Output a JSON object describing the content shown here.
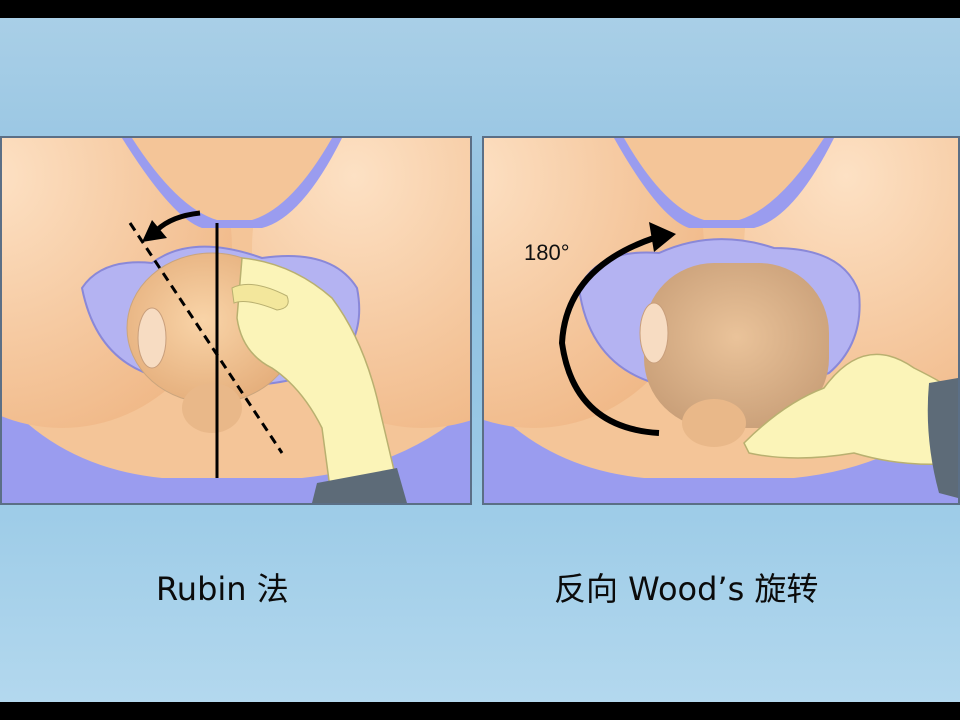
{
  "captions": {
    "left": "Rubin 法",
    "right": "反向 Wood’s 旋转"
  },
  "right_panel": {
    "angle_label": "180°"
  },
  "colors": {
    "skin": "#f6c89c",
    "background_purple": "#9c9ef0",
    "glove": "#fbf4b8",
    "arrow": "#111111",
    "slide_blue": "#9ccbe7"
  },
  "icons": [
    "rotation-arrow-icon",
    "rotation-arrow-180-icon"
  ]
}
